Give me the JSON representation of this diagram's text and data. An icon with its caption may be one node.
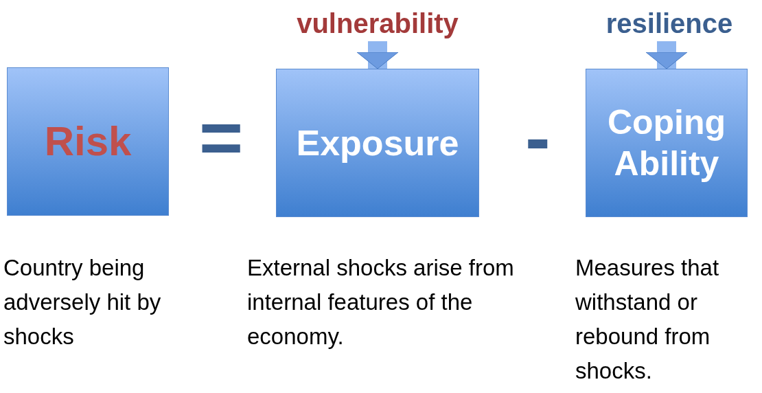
{
  "diagram": {
    "nodes": [
      {
        "text": [
          "Risk"
        ],
        "beside": [
          "Country being adversely hit by shocks"
        ]
      },
      {
        "text": [
          "vulnerability"
        ]
      },
      {
        "text": [
          "Exposure"
        ],
        "beside": [
          "External shocks arise from internal features of the economy."
        ]
      },
      {
        "text": [
          "resilience"
        ]
      },
      {
        "text": [
          "Coping Ability"
        ],
        "beside": [
          "Measures that withstand or rebound from shocks."
        ]
      }
    ],
    "edges": [
      {
        "from": 1,
        "to": 2,
        "arrow": "to"
      },
      {
        "from": 3,
        "to": 4,
        "arrow": "to"
      }
    ],
    "labels": [
      "=",
      "-"
    ]
  }
}
